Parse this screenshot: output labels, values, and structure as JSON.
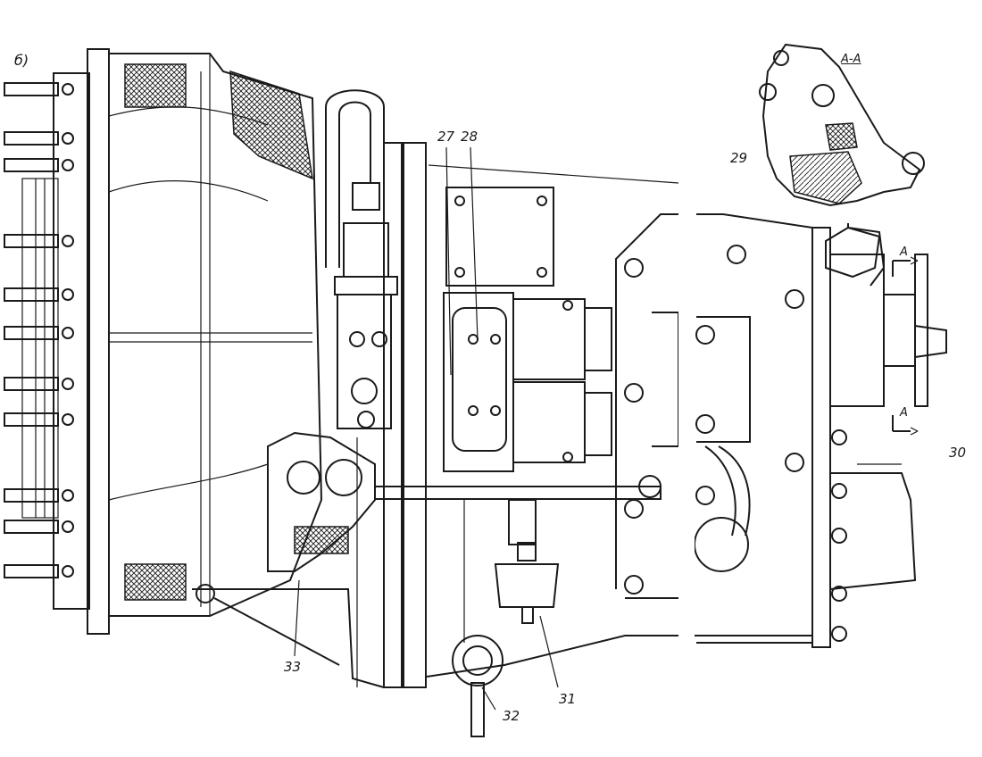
{
  "figure": {
    "view_label": "б)",
    "section_label": "А-А",
    "section_mark_top": "А",
    "section_mark_bottom": "А",
    "callouts": [
      {
        "id": "27",
        "text": "27"
      },
      {
        "id": "28",
        "text": "28"
      },
      {
        "id": "29",
        "text": "29"
      },
      {
        "id": "30",
        "text": "30"
      },
      {
        "id": "31",
        "text": "31"
      },
      {
        "id": "32",
        "text": "32"
      },
      {
        "id": "33",
        "text": "33"
      }
    ]
  },
  "colors": {
    "ink": "#1a1a1a",
    "paper": "#ffffff"
  }
}
